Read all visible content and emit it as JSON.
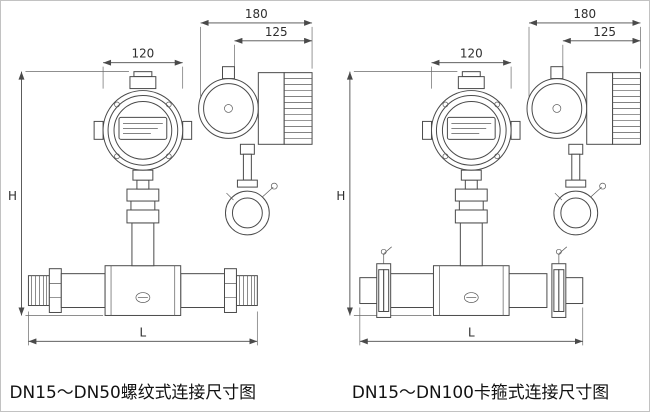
{
  "figure": {
    "title": "flow-meter-connection-dimension-drawings",
    "colors": {
      "line": "#4a4a4a",
      "text": "#2e2e2e",
      "background": "#ffffff"
    },
    "left": {
      "caption": "DN15～DN50螺纹式连接尺寸图",
      "dims": {
        "head_width": "120",
        "side_total_width": "180",
        "side_body_width": "125",
        "height": "H",
        "length": "L"
      }
    },
    "right": {
      "caption": "DN15～DN100卡箍式连接尺寸图",
      "dims": {
        "head_width": "120",
        "side_total_width": "180",
        "side_body_width": "125",
        "height": "H",
        "length": "L"
      }
    }
  }
}
